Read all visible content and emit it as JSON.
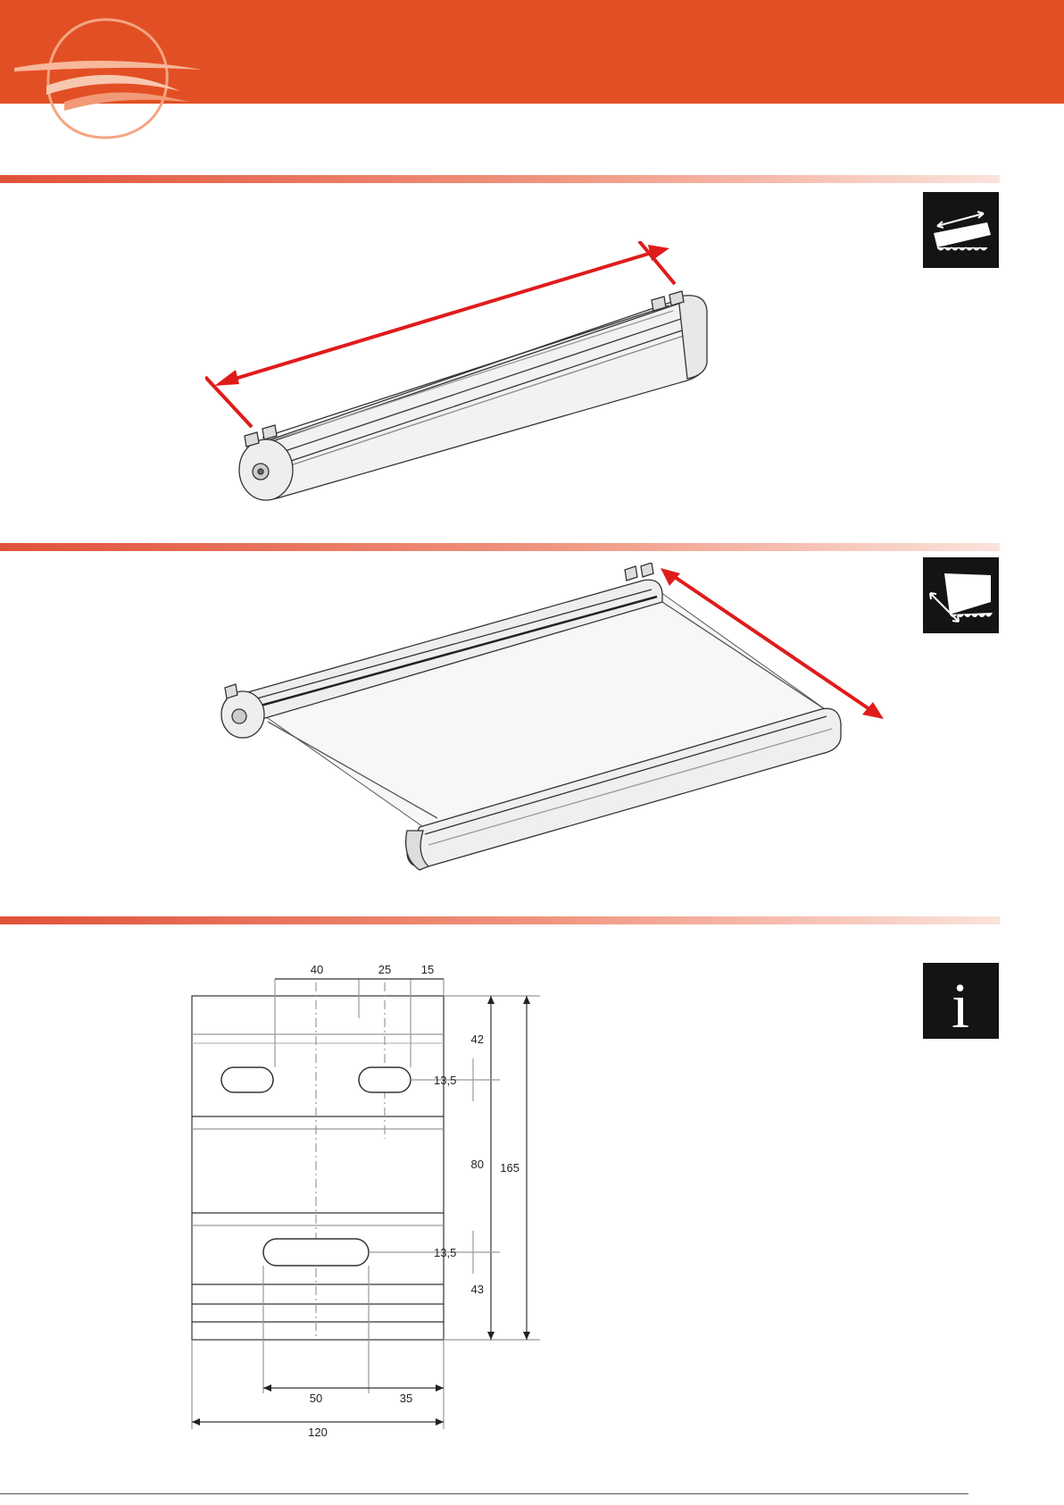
{
  "icons": {
    "width_icon": "awning-width-icon",
    "projection_icon": "awning-projection-icon",
    "info_icon": "info-icon",
    "info_glyph": "i"
  },
  "colors": {
    "header": "#e34f24",
    "rule": "#e0523a",
    "arrow": "#e01b1b",
    "icon_bg": "#141414"
  },
  "bracket_dimensions": {
    "top": [
      "40",
      "25",
      "15"
    ],
    "right_inner": [
      "42",
      "80",
      "43"
    ],
    "right_outer": "165",
    "slot_height_upper": "13,5",
    "slot_height_lower": "13,5",
    "bottom_inner": [
      "50",
      "35"
    ],
    "bottom_total": "120"
  }
}
